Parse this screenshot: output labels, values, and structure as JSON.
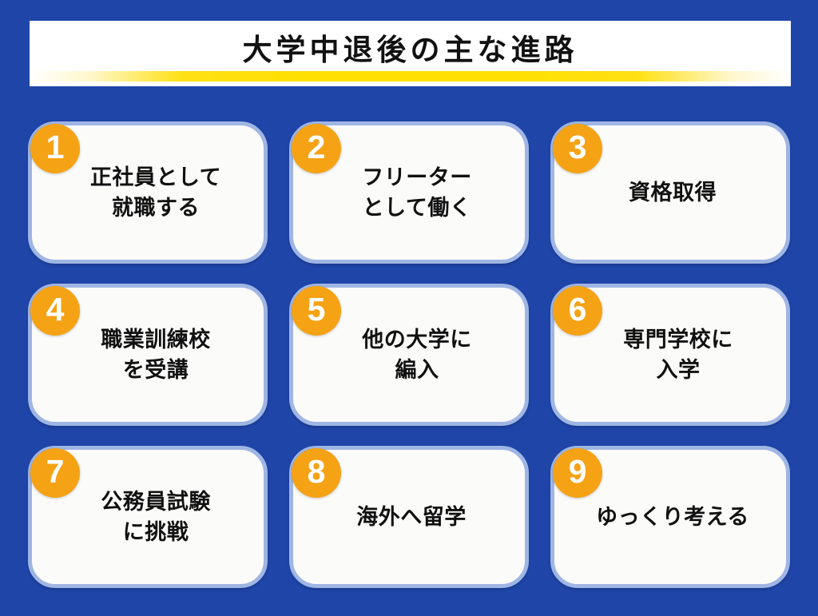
{
  "background_color": "#1f45a9",
  "accent_color": "#f5a214",
  "card_border_color": "#9fb6e4",
  "card_background_color": "#fbfbfa",
  "underline_color": "#ffe000",
  "header": {
    "title": "大学中退後の主な進路"
  },
  "cards": [
    {
      "number": "1",
      "label": "正社員として\n就職する",
      "lines": 2
    },
    {
      "number": "2",
      "label": "フリーター\nとして働く",
      "lines": 2
    },
    {
      "number": "3",
      "label": "資格取得",
      "lines": 1
    },
    {
      "number": "4",
      "label": "職業訓練校\nを受講",
      "lines": 2
    },
    {
      "number": "5",
      "label": "他の大学に\n編入",
      "lines": 2
    },
    {
      "number": "6",
      "label": "専門学校に\n入学",
      "lines": 2
    },
    {
      "number": "7",
      "label": "公務員試験\nに挑戦",
      "lines": 2
    },
    {
      "number": "8",
      "label": "海外へ留学",
      "lines": 1
    },
    {
      "number": "9",
      "label": "ゆっくり考える",
      "lines": 1
    }
  ]
}
